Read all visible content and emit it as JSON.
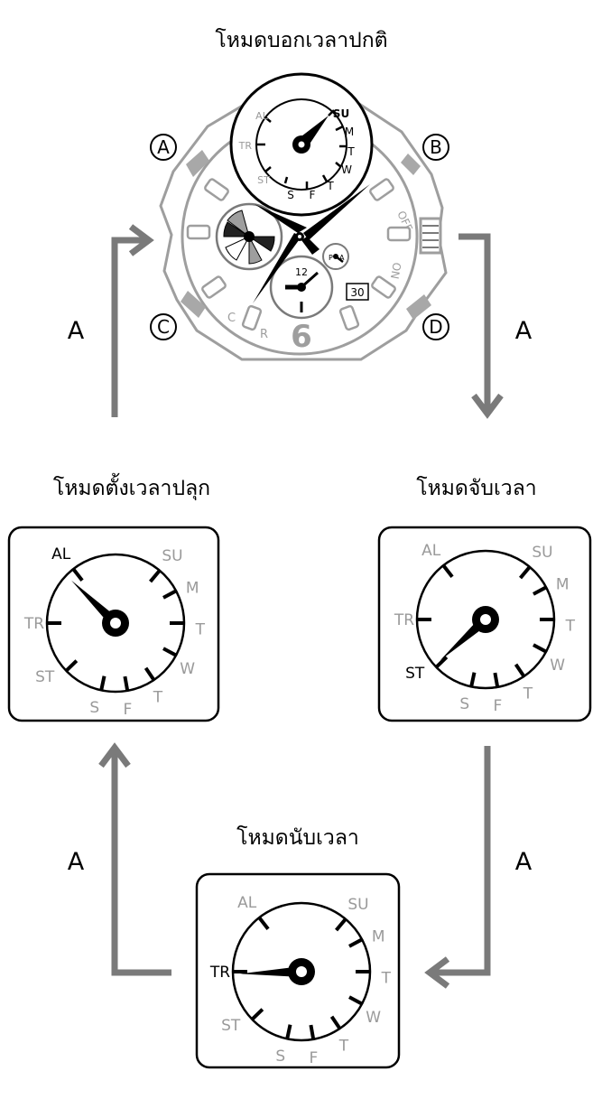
{
  "titles": {
    "timekeeping": "โหมดบอกเวลาปกติ",
    "alarm": "โหมดตั้งเวลาปลุก",
    "stopwatch": "โหมดจับเวลา",
    "timer": "โหมดนับเวลา"
  },
  "flow_labels": {
    "left_top": "A",
    "right_top": "A",
    "left_bottom": "A",
    "right_bottom": "A"
  },
  "buttons": {
    "a": "A",
    "b": "B",
    "c": "C",
    "d": "D"
  },
  "dial_labels": {
    "al": "AL",
    "su": "SU",
    "m": "M",
    "t1": "T",
    "w": "W",
    "t2": "T",
    "f": "F",
    "s": "S",
    "st": "ST",
    "tr": "TR"
  },
  "watch_face": {
    "hour_12": "12",
    "date": "30",
    "six": "6",
    "off": "OFF",
    "on": "ON",
    "c": "C",
    "r": "R",
    "p": "P",
    "a": "A"
  },
  "colors": {
    "arrow": "#7a7a7a",
    "watch_outline": "#9e9e9e",
    "inactive_text": "#9a9a9a",
    "active": "#000000"
  }
}
